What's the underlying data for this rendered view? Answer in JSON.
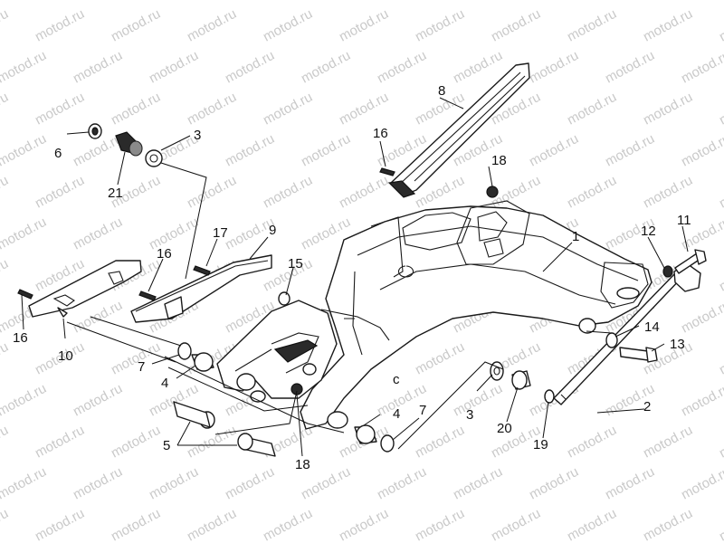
{
  "watermark": "motod.ru",
  "callouts": [
    {
      "id": "c1",
      "text": "1"
    },
    {
      "id": "c2",
      "text": "2"
    },
    {
      "id": "c3a",
      "text": "3"
    },
    {
      "id": "c3b",
      "text": "3"
    },
    {
      "id": "c4a",
      "text": "4"
    },
    {
      "id": "c4b",
      "text": "4"
    },
    {
      "id": "c5",
      "text": "5"
    },
    {
      "id": "c6",
      "text": "6"
    },
    {
      "id": "c7a",
      "text": "7"
    },
    {
      "id": "c7b",
      "text": "7"
    },
    {
      "id": "c8",
      "text": "8"
    },
    {
      "id": "c9",
      "text": "9"
    },
    {
      "id": "c10",
      "text": "10"
    },
    {
      "id": "c11",
      "text": "11"
    },
    {
      "id": "c12",
      "text": "12"
    },
    {
      "id": "c13",
      "text": "13"
    },
    {
      "id": "c14",
      "text": "14"
    },
    {
      "id": "c15",
      "text": "15"
    },
    {
      "id": "c16a",
      "text": "16"
    },
    {
      "id": "c16b",
      "text": "16"
    },
    {
      "id": "c16c",
      "text": "16"
    },
    {
      "id": "c17",
      "text": "17"
    },
    {
      "id": "c18a",
      "text": "18"
    },
    {
      "id": "c18b",
      "text": "18"
    },
    {
      "id": "c19",
      "text": "19"
    },
    {
      "id": "c20",
      "text": "20"
    },
    {
      "id": "c21",
      "text": "21"
    }
  ],
  "swingarm_mark": "c"
}
